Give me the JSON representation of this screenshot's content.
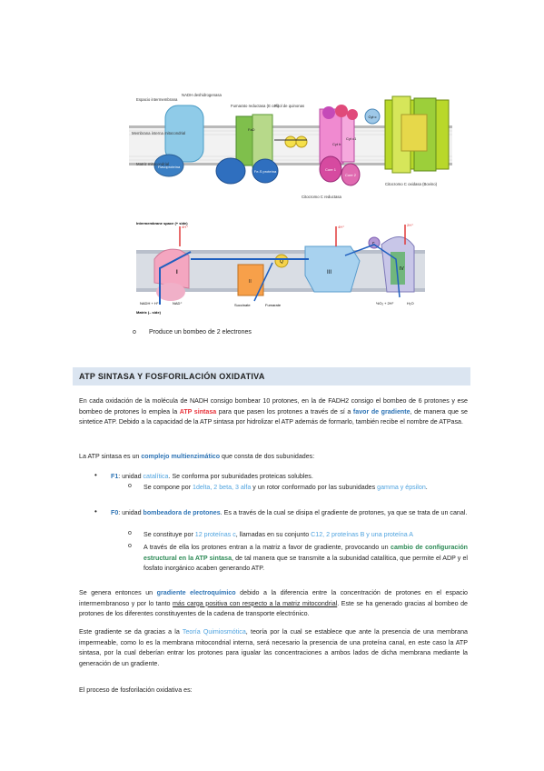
{
  "figure1": {
    "labels": {
      "espacio": "Espacio intermembrana",
      "membrana": "Membrana interna mitocondrial",
      "matriz": "Matriz mitocondrial",
      "nadh": "NADH deshidrogenasa",
      "fumarato": "Fumarato reductasa (E coli)",
      "pool": "Pool de quinonas",
      "citocromo_c_red": "Citocromo C reductasa",
      "citocromo_c_ox": "Citocromo C oxidasa (Bovino)",
      "fad": "FaD",
      "cyt_c1": "Cyt c1",
      "cyt_b": "Cyt b",
      "cyt_c": "Cyt c",
      "flavoproteina": "Flavoproteína",
      "fe_s": "Fe-S proteína",
      "core1": "Core 1",
      "core2": "Core 2"
    }
  },
  "figure2": {
    "labels": {
      "top": "Intermembrane space (+ side)",
      "bottom": "Matrix (– side)",
      "nadh": "NADH + H⁺",
      "nad": "NAD⁺",
      "succinate": "Succinate",
      "fumarate": "Fumarate",
      "o2": "½O₂ + 2H⁺",
      "h2o": "H₂O",
      "h1": "4H⁺",
      "h2": "4H⁺",
      "h3": "2H⁺",
      "q": "Q",
      "i": "I",
      "ii": "II",
      "iii": "III",
      "iv": "IV",
      "c": "c"
    }
  },
  "bullet_top": {
    "mark": "o",
    "text": "Produce un bombeo de 2 electrones"
  },
  "section": {
    "heading": "ATP SINTASA Y FOSFORILACIÓN OXIDATIVA"
  },
  "p1": {
    "a": "En cada oxidación de la molécula de NADH consigo bombear 10 protones, en la de FADH2 consigo el bombeo de 6 protones y ese bombeo de protones lo emplea la ",
    "atp": "ATP sintasa",
    "b": " para que pasen los protones a través de sí a ",
    "favor": "favor de gradiente",
    "c": ", de manera que se sintetice ATP. Debido a la capacidad de la ATP sintasa por hidrolizar el ATP además de formarlo, también recibe el nombre de ATPasa."
  },
  "p2": {
    "a": "La ATP sintasa es un ",
    "complejo": "complejo multienzimático",
    "b": " que consta de dos subunidades:"
  },
  "f1": {
    "label": "F1",
    "a": ": unidad ",
    "catalitica": "catalítica",
    "b": ". Se conforma por subunidades proteicas solubles.",
    "sub_a": "Se compone por ",
    "sub_subs": "1delta, 2 beta, 3 alfa",
    "sub_b": " y un rotor conformado por las subunidades ",
    "sub_gamma": "gamma y épsilon",
    "sub_end": "."
  },
  "f0": {
    "label": "F0",
    "a": ": unidad ",
    "bombeadora": "bombeadora de protones",
    "b": ". Es a través de la cual se disipa el gradiente de protones, ya que se trata de un canal.",
    "s1_a": "Se constituye por ",
    "s1_c": "12 proteínas c",
    "s1_b": ", llamadas en su conjunto ",
    "s1_c12": "C12, 2 proteínas B y una proteína A",
    "s2_a": "A través de ella los protones entran a la matriz a favor de gradiente, provocando un ",
    "s2_cambio": "cambio de configuración estructural en la ATP sintasa",
    "s2_b": ", de tal manera que se transmite a la subunidad catalítica, que permite el ADP y el fosfato inorgánico acaben generando ATP."
  },
  "p3": {
    "a": "Se genera entonces un ",
    "gradiente": "gradiente electroquímico",
    "b": " debido a la diferencia entre la concentración de protones en el espacio intermembranoso y por lo tanto ",
    "u": "más carga positiva con respecto a la matriz mitocondrial",
    "c": ". Este se ha generado gracias al bombeo de protones de los diferentes constituyentes de la cadena de transporte electrónico."
  },
  "p4": {
    "a": "Este gradiente se da gracias a la ",
    "teoria": "Teoría Quimiosmótica",
    "b": ", teoría por la cual se establece que ante la presencia de una membrana impermeable, como lo es la membrana mitocondrial interna, será necesario la presencia de una proteína canal, en este caso la ATP sintasa, por la cual deberían entrar los protones para igualar las concentraciones a ambos lados de dicha membrana mediante la generación de un gradiente."
  },
  "p5": {
    "text": "El proceso de fosforilación oxidativa es:"
  },
  "colors": {
    "heading_bg": "#dbe5f1",
    "red": "#e8323a",
    "blue": "#2e74b5",
    "light_blue": "#4fa3df"
  }
}
